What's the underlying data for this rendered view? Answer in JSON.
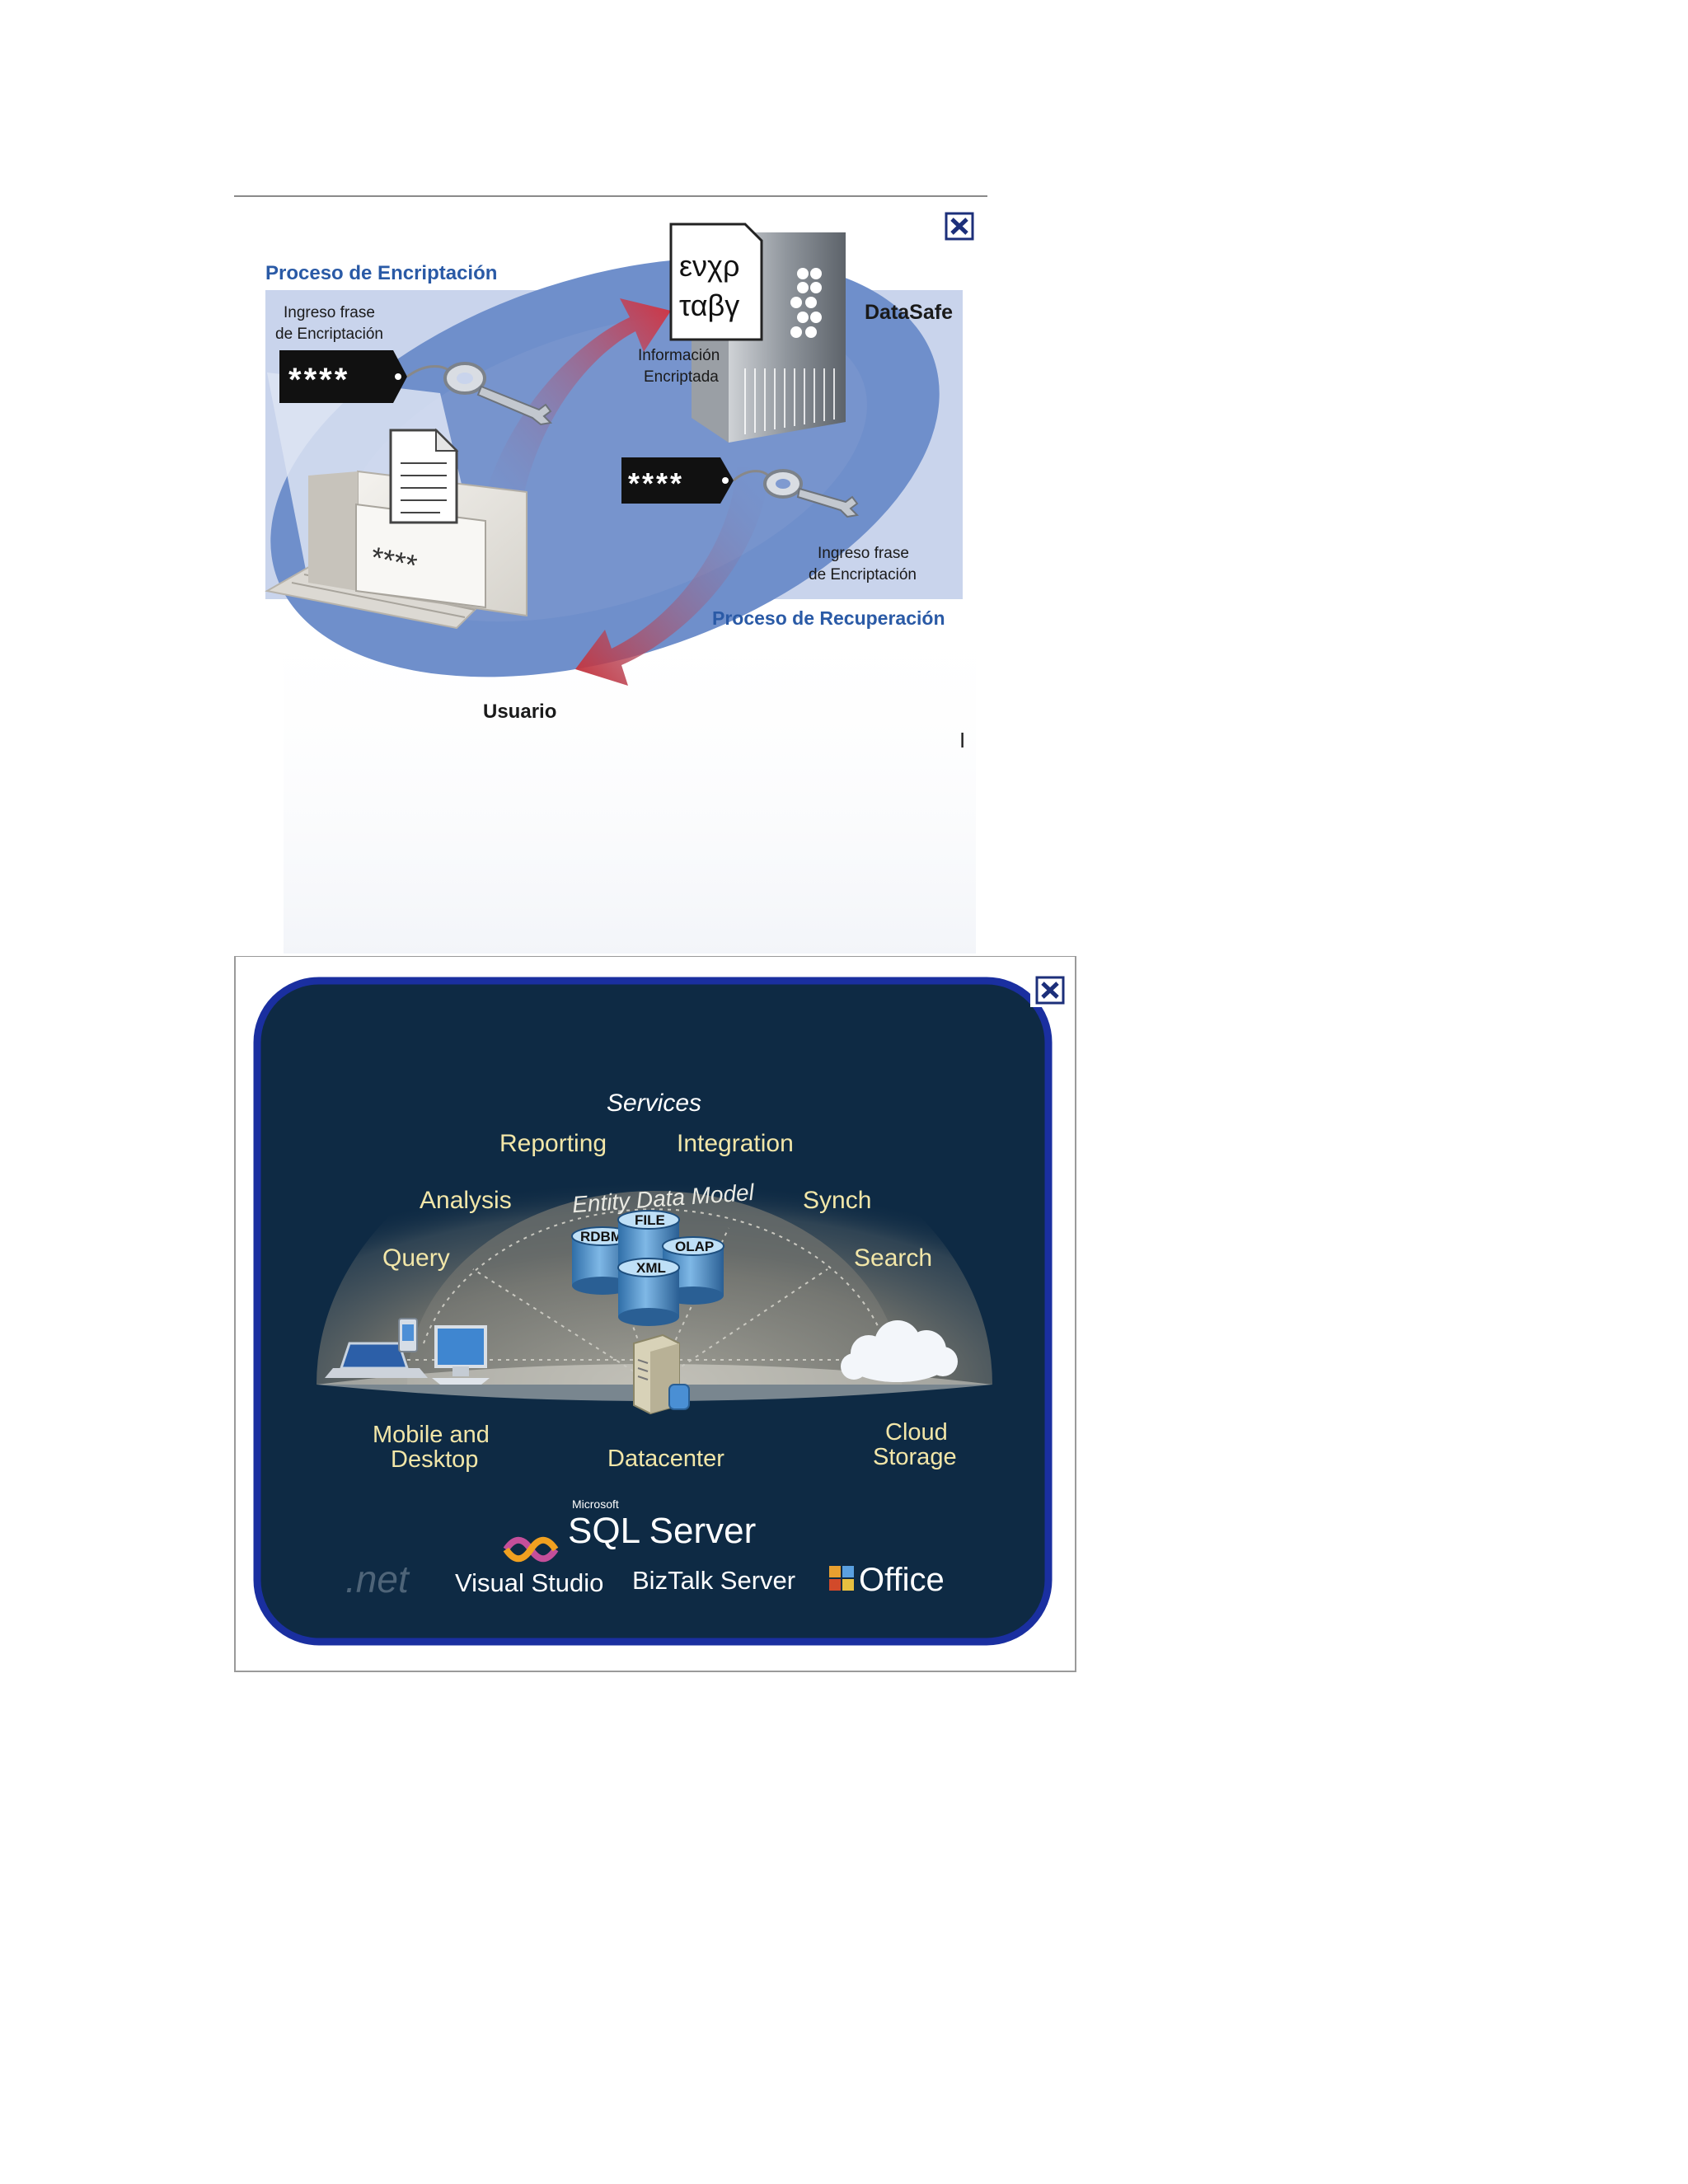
{
  "encryption_diagram": {
    "title_encrypt": "Proceso de Encriptación",
    "title_recover": "Proceso de Recuperación",
    "ingreso_1": "Ingreso frase",
    "ingreso_2": "de Encriptación",
    "password_mask": "****",
    "info_1": "Información",
    "info_2": "Encriptada",
    "greek_1": "ενχρ",
    "greek_2": "ταβγ",
    "datasafe": "DataSafe",
    "usuario": "Usuario",
    "screen_mask": "****",
    "cursor_mark": "I",
    "colors": {
      "accent_blue": "#2a5aa6",
      "arrow_red": "#c8323a",
      "ellipse": "#6f8fcb"
    }
  },
  "sql_diagram": {
    "services": "Services",
    "reporting": "Reporting",
    "integration": "Integration",
    "analysis": "Analysis",
    "synch": "Synch",
    "query": "Query",
    "search": "Search",
    "entity_data_model": "Entity Data Model",
    "db_file": "FILE",
    "db_rdbms": "RDBMS",
    "db_olap": "OLAP",
    "db_xml": "XML",
    "mobile_1": "Mobile  and",
    "mobile_2": "Desktop",
    "datacenter": "Datacenter",
    "cloud_1": "Cloud",
    "cloud_2": "Storage",
    "ms_small": "Microsoft",
    "sql_server": "SQL Server",
    "net": ".net",
    "visual_studio": "Visual Studio",
    "biztalk": "BizTalk Server",
    "office": "Office",
    "colors": {
      "background": "#0e2a44",
      "frame": "#1a2fa0",
      "label": "#f2e6a8"
    }
  }
}
